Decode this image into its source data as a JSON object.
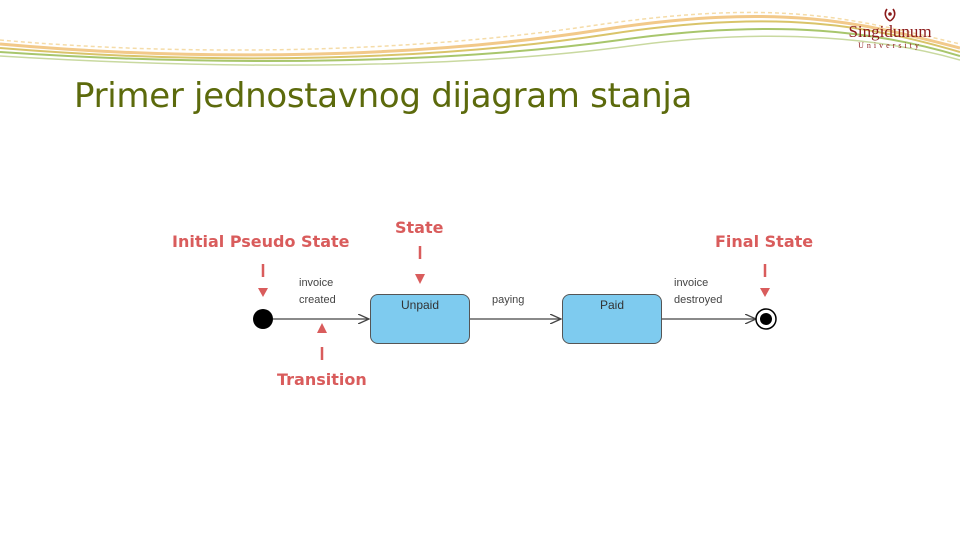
{
  "slide": {
    "title": "Primer jednostavnog dijagram stanja"
  },
  "logo": {
    "name": "Singidunum",
    "subtitle": "University"
  },
  "diagram": {
    "annotations": {
      "initial_pseudo_state": "Initial Pseudo State",
      "state": "State",
      "final_state": "Final State",
      "transition": "Transition"
    },
    "states": [
      {
        "name": "Unpaid"
      },
      {
        "name": "Paid"
      }
    ],
    "transitions": [
      {
        "line1": "invoice",
        "line2": "created"
      },
      {
        "line1": "paying"
      },
      {
        "line1": "invoice",
        "line2": "destroyed"
      }
    ]
  },
  "colors": {
    "title": "#5c6a0c",
    "annotation": "#d95c5c",
    "state_fill": "#7ecbef",
    "logo": "#8b1a1a"
  }
}
